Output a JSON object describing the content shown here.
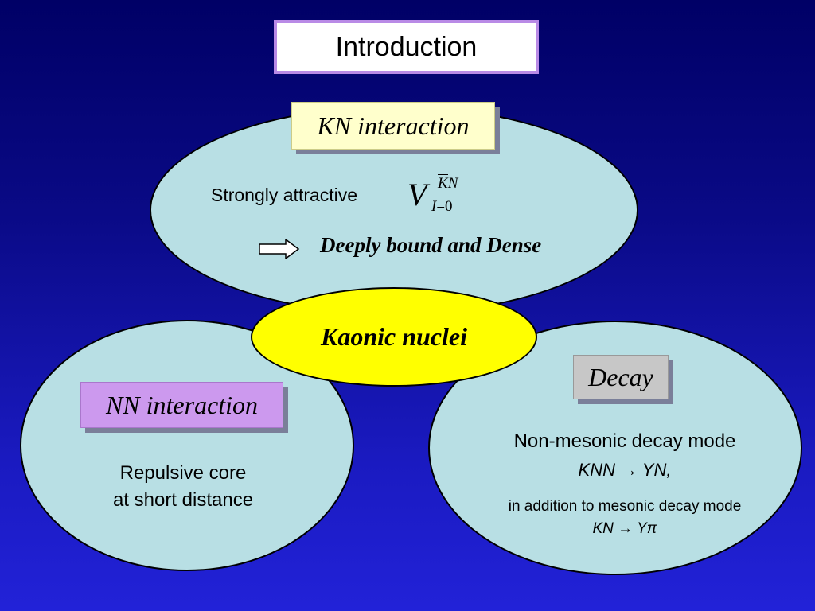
{
  "title": "Introduction",
  "kn": {
    "tag": "KN interaction",
    "description": "Strongly attractive",
    "formula": {
      "base": "V",
      "sup_bar": "K",
      "sup_rest": "N",
      "sub_var": "I",
      "sub_rest": "=0"
    },
    "result": "Deeply bound and Dense"
  },
  "center": {
    "label": "Kaonic nuclei"
  },
  "nn": {
    "tag": "NN interaction",
    "line1": "Repulsive core",
    "line2": "at short distance"
  },
  "decay": {
    "tag": "Decay",
    "line1": "Non-mesonic decay mode",
    "line2": "KNN → YN,",
    "line3": "in addition to mesonic decay mode",
    "line4": "KN → Yπ"
  },
  "colors": {
    "background_top": "#000066",
    "background_bottom": "#2222d8",
    "ellipse_fill": "#b8dfe4",
    "center_fill": "#ffff00",
    "kn_tag": "#ffffcc",
    "nn_tag": "#cc99ee",
    "decay_tag": "#c7c7c7",
    "title_border": "#b98ae6"
  },
  "icons": {
    "arrow": "right-arrow-icon"
  }
}
